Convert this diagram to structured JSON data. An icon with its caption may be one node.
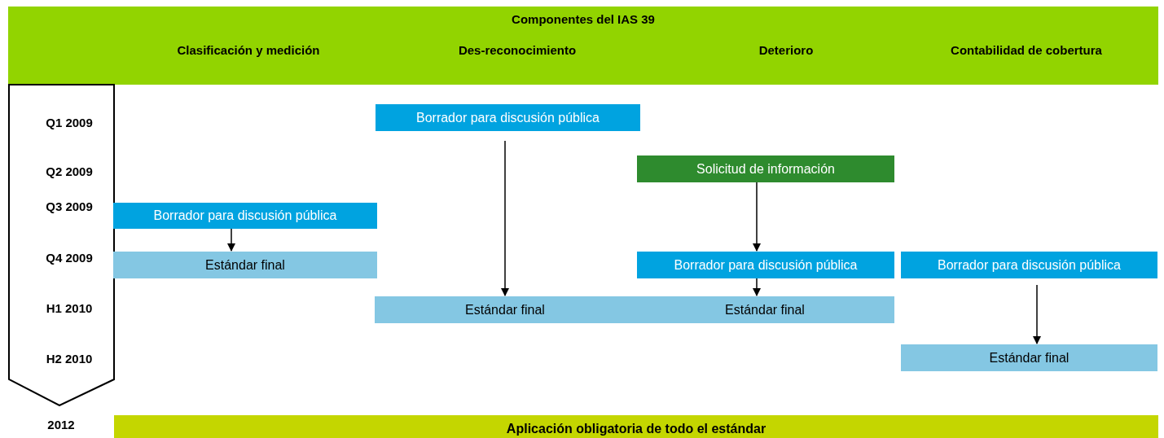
{
  "diagram": {
    "nodes": [
      {
        "text": [
          "Componentes del IAS 39"
        ]
      },
      {
        "text": [
          "Q1 2009",
          "Q2 2009",
          "Q3 2009",
          "Q4 2009",
          "H1 2010",
          "H2 2010"
        ]
      },
      {
        "text": [
          "Borrador para discusión pública"
        ]
      },
      {
        "text": [
          "Solicitud de información"
        ]
      },
      {
        "text": [
          "Borrador para discusión pública"
        ]
      },
      {
        "text": [
          "Estándar final"
        ]
      },
      {
        "text": [
          "Borrador para discusión pública"
        ]
      },
      {
        "text": [
          "Borrador para discusión pública"
        ]
      },
      {
        "text": [
          "Estándar final"
        ]
      },
      {
        "text": [
          "Estándar final"
        ]
      },
      {
        "text": [
          "Estándar final"
        ]
      },
      {
        "text": [
          "Aplicación obligatoria de todo el estándar"
        ]
      }
    ],
    "edges": [
      {
        "from": 4,
        "to": 5,
        "arrow": "to"
      },
      {
        "from": 2,
        "to": 8,
        "arrow": "to"
      },
      {
        "from": 3,
        "to": 6,
        "arrow": "to"
      },
      {
        "from": 6,
        "to": 9,
        "arrow": "to"
      },
      {
        "from": 7,
        "to": 10,
        "arrow": "to"
      }
    ],
    "labels": [
      "Clasificación y medición",
      "Des-reconocimiento",
      "Deterioro",
      "Contabilidad de cobertura",
      "2012"
    ]
  }
}
